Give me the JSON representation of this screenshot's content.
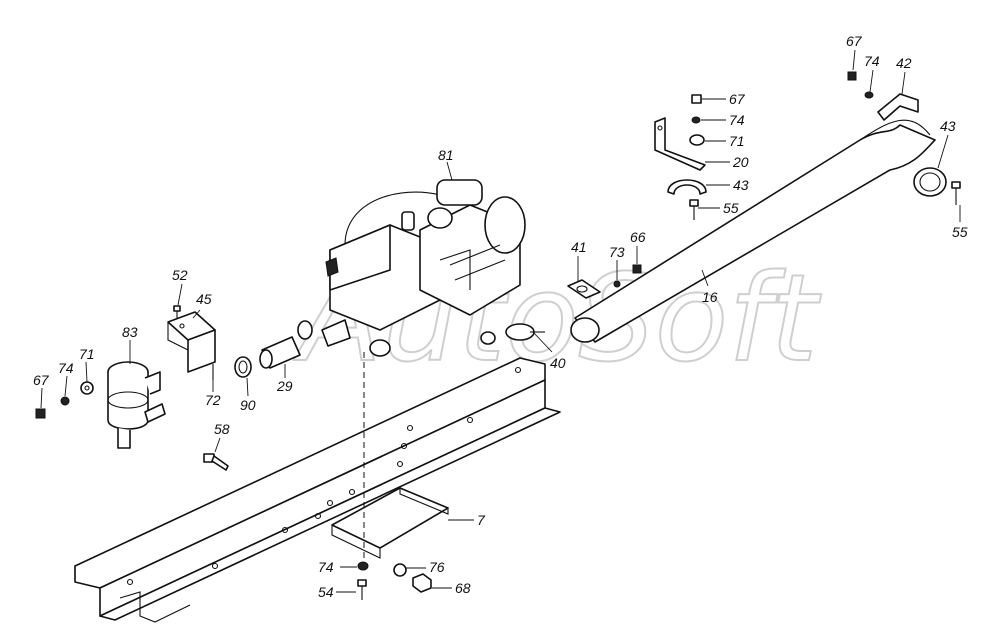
{
  "watermark": "AutoSoft",
  "labels": {
    "l81": "81",
    "l52": "52",
    "l45": "45",
    "l83": "83",
    "l71a": "71",
    "l74a": "74",
    "l67a": "67",
    "l72": "72",
    "l90": "90",
    "l29": "29",
    "l58": "58",
    "l7": "7",
    "l74b": "74",
    "l76": "76",
    "l54": "54",
    "l68": "68",
    "l41": "41",
    "l73": "73",
    "l66": "66",
    "l40": "40",
    "l16": "16",
    "l67b": "67",
    "l74c": "74",
    "l71b": "71",
    "l20": "20",
    "l43a": "43",
    "l55a": "55",
    "l67c": "67",
    "l74d": "74",
    "l42": "42",
    "l43b": "43",
    "l55b": "55"
  }
}
